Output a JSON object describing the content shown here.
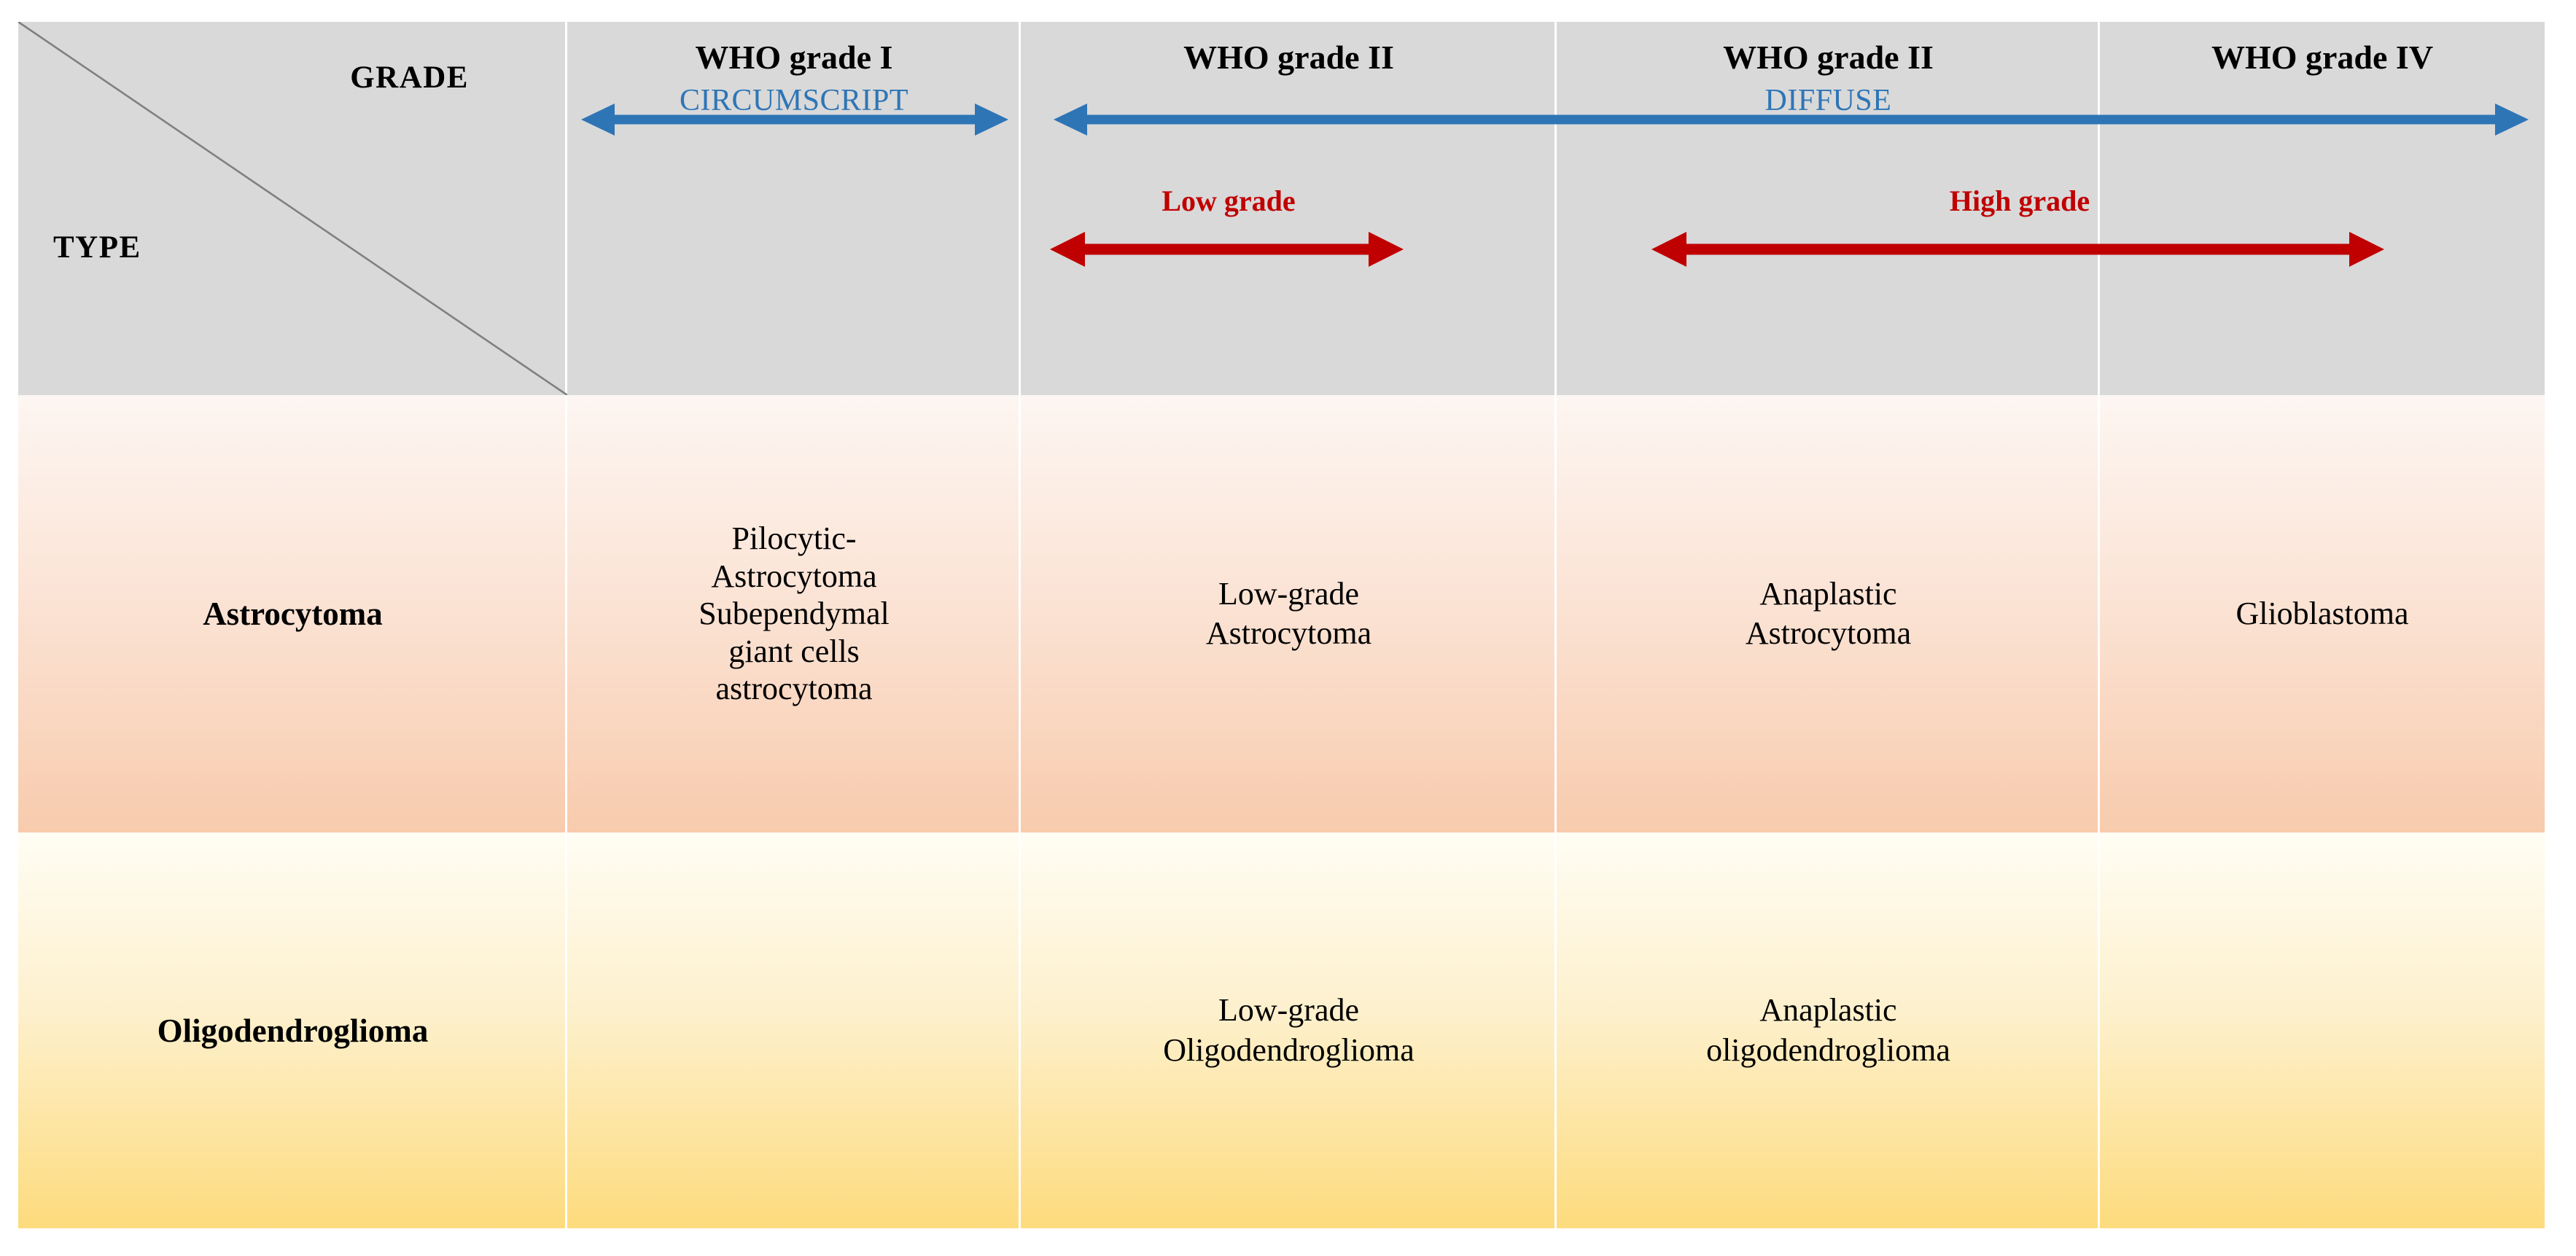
{
  "table": {
    "axis_labels": {
      "grade": "GRADE",
      "type": "TYPE"
    },
    "columns": [
      {
        "grade": "WHO grade I",
        "group": "CIRCUMSCRIPT"
      },
      {
        "grade": "WHO grade II",
        "group": ""
      },
      {
        "grade": "WHO grade II",
        "group": "DIFFUSE"
      },
      {
        "grade": "WHO grade IV",
        "group": ""
      }
    ],
    "group_bands": {
      "circumscript": "CIRCUMSCRIPT",
      "diffuse": "DIFFUSE"
    },
    "grade_bands": {
      "low": "Low grade",
      "high": "High grade"
    },
    "rows": [
      {
        "type": "Astrocytoma",
        "cells": [
          "Pilocytic-\nAstrocytoma\nSubependymal\ngiant cells\nastrocytoma",
          "Low-grade\nAstrocytoma",
          "Anaplastic\nAstrocytoma",
          "Glioblastoma"
        ]
      },
      {
        "type": "Oligodendroglioma",
        "cells": [
          "",
          "Low-grade\nOligodendroglioma",
          "Anaplastic\noligodendroglioma",
          ""
        ]
      }
    ]
  },
  "colors": {
    "header_bg": "#d9d9d9",
    "blue_arrow": "#2e75b6",
    "red_arrow": "#c00000",
    "astro_row_start": "#fdf6f2",
    "astro_row_end": "#f8cbad",
    "oligo_row_start": "#fffdf4",
    "oligo_row_end": "#fddb7d",
    "text": "#000000"
  }
}
